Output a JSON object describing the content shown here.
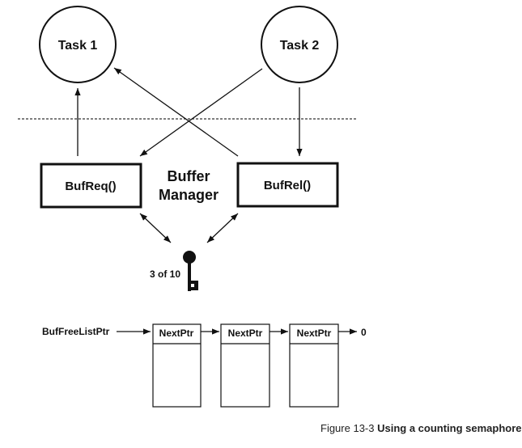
{
  "tasks": [
    {
      "label": "Task 1"
    },
    {
      "label": "Task 2"
    }
  ],
  "functions": [
    {
      "label": "BufReq()"
    },
    {
      "label": "BufRel()"
    }
  ],
  "manager": {
    "line1": "Buffer",
    "line2": "Manager"
  },
  "semaphore": {
    "label": "3 of 10",
    "icon": "key-icon",
    "count": 3,
    "max": 10
  },
  "free_list": {
    "head_label": "BufFreeListPtr",
    "nodes": [
      {
        "label": "NextPtr"
      },
      {
        "label": "NextPtr"
      },
      {
        "label": "NextPtr"
      }
    ],
    "terminator": "0"
  },
  "caption": {
    "prefix": "Figure 13-3 ",
    "title": "Using a counting semaphore"
  }
}
